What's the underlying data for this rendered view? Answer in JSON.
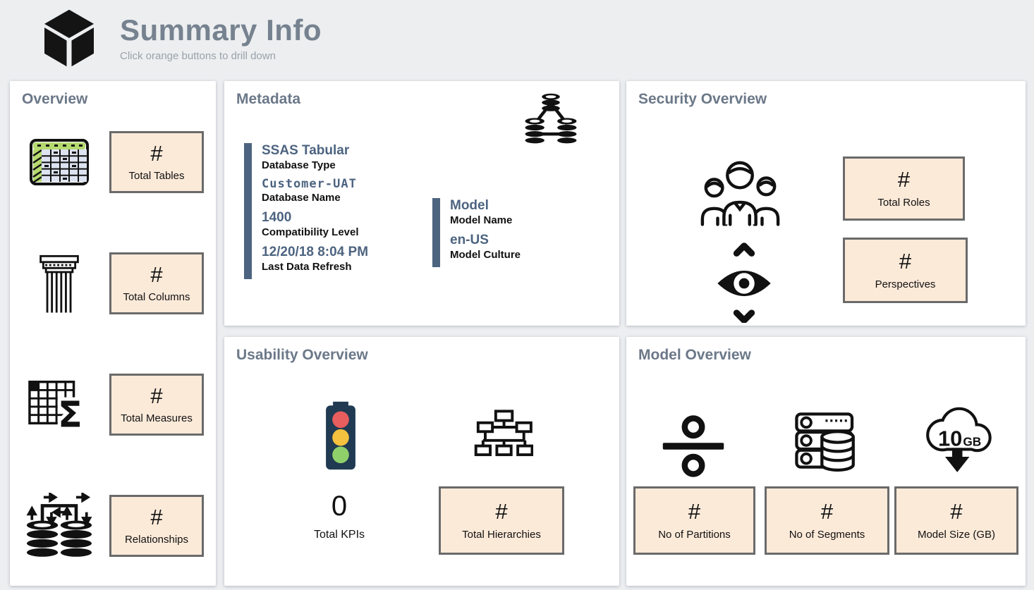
{
  "header": {
    "title": "Summary Info",
    "subtitle": "Click orange buttons to drill down",
    "logo_icon": "cube-icon"
  },
  "colors": {
    "page_bg": "#eceef0",
    "card_bg": "#ffffff",
    "card_title": "#6b7888",
    "button_bg": "#fcead9",
    "button_border": "#6a6a6a",
    "metadata_accent": "#4d6480",
    "traffic_red": "#e85d5d",
    "traffic_amber": "#f4c23e",
    "traffic_green": "#90d06a",
    "table_green": "#b5d96e"
  },
  "cards": {
    "overview": {
      "title": "Overview",
      "rows": [
        {
          "icon": "table-icon",
          "button": {
            "value": "#",
            "label": "Total Tables"
          }
        },
        {
          "icon": "column-icon",
          "button": {
            "value": "#",
            "label": "Total Columns"
          }
        },
        {
          "icon": "measures-icon",
          "button": {
            "value": "#",
            "label": "Total Measures"
          }
        },
        {
          "icon": "relationships-icon",
          "button": {
            "value": "#",
            "label": "Relationships"
          }
        }
      ]
    },
    "metadata": {
      "title": "Metadata",
      "icon": "database-hierarchy-icon",
      "left_fields": [
        {
          "value": "SSAS Tabular",
          "label": "Database Type"
        },
        {
          "value": "Customer-UAT",
          "label": "Database Name"
        },
        {
          "value": "1400",
          "label": "Compatibility Level"
        },
        {
          "value": "12/20/18 8:04 PM",
          "label": "Last Data Refresh"
        }
      ],
      "right_fields": [
        {
          "value": "Model",
          "label": "Model Name"
        },
        {
          "value": "en-US",
          "label": "Model Culture"
        }
      ]
    },
    "security": {
      "title": "Security Overview",
      "rows": [
        {
          "icon": "people-icon",
          "button": {
            "value": "#",
            "label": "Total Roles"
          }
        },
        {
          "icon": "eye-icon",
          "button": {
            "value": "#",
            "label": "Perspectives"
          }
        }
      ]
    },
    "usability": {
      "title": "Usability Overview",
      "kpi": {
        "icon": "traffic-light-icon",
        "value": "0",
        "label": "Total KPIs"
      },
      "hierarchy": {
        "icon": "hierarchy-icon",
        "button": {
          "value": "#",
          "label": "Total Hierarchies"
        }
      }
    },
    "model": {
      "title": "Model Overview",
      "items": [
        {
          "icon": "division-icon",
          "button": {
            "value": "#",
            "label": "No of Partitions"
          }
        },
        {
          "icon": "server-database-icon",
          "button": {
            "value": "#",
            "label": "No of Segments"
          }
        },
        {
          "icon": "cloud-download-icon",
          "icon_text_value": "10",
          "icon_text_unit": "GB",
          "button": {
            "value": "#",
            "label": "Model Size (GB)"
          }
        }
      ]
    }
  }
}
